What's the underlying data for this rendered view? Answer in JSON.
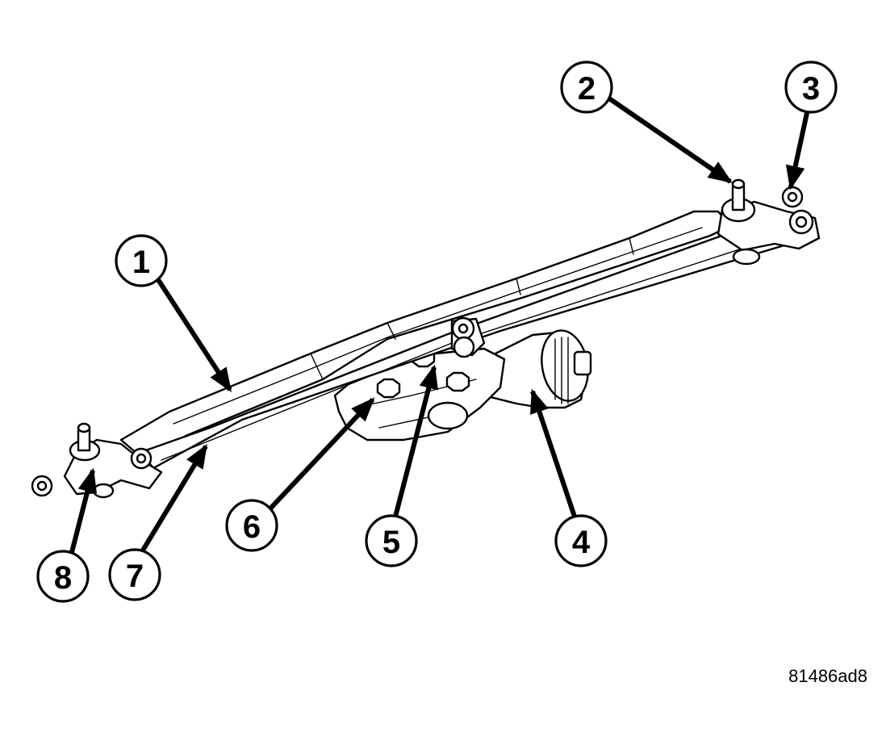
{
  "callouts": [
    "1",
    "2",
    "3",
    "4",
    "5",
    "6",
    "7",
    "8"
  ],
  "figure_id": "81486ad8",
  "colors": {
    "ink": "#000000",
    "paper": "#ffffff"
  }
}
